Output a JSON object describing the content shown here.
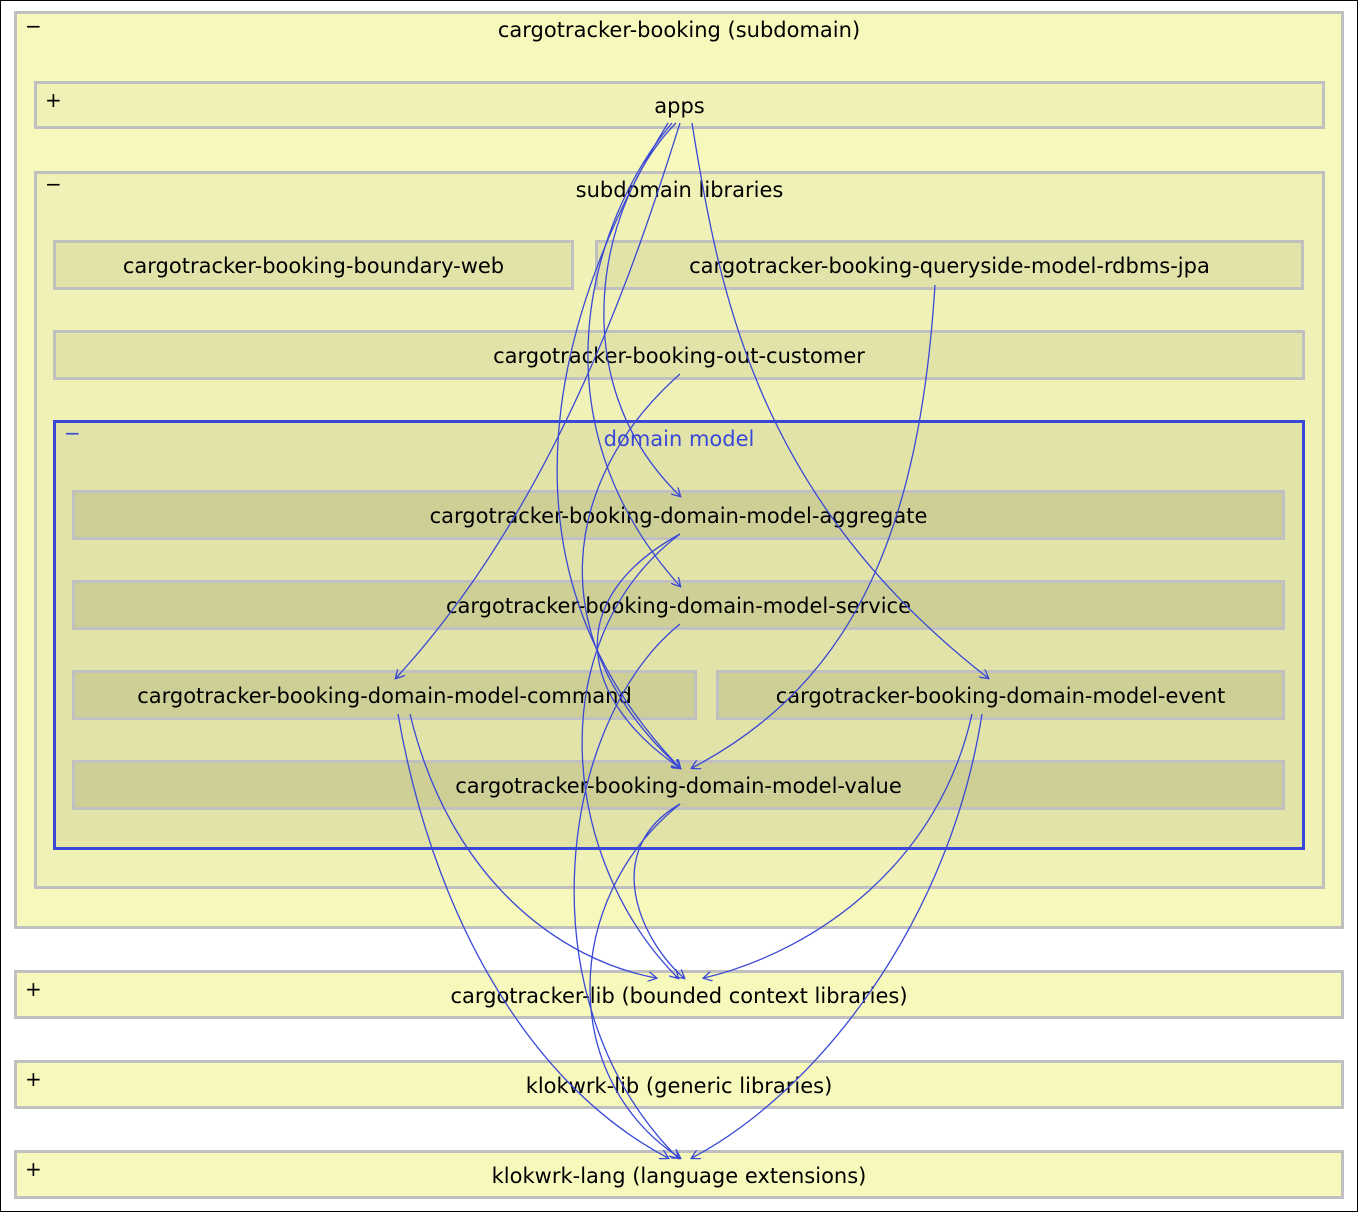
{
  "containers": {
    "subdomain": {
      "title": "cargotracker-booking (subdomain)",
      "toggle": "−"
    },
    "apps": {
      "title": "apps",
      "toggle": "+"
    },
    "libraries": {
      "title": "subdomain libraries",
      "toggle": "−"
    },
    "domain_model": {
      "title": "domain model",
      "toggle": "−"
    },
    "bc_lib": {
      "title": "cargotracker-lib (bounded context libraries)",
      "toggle": "+"
    },
    "klokwrk_lib": {
      "title": "klokwrk-lib (generic libraries)",
      "toggle": "+"
    },
    "klokwrk_lang": {
      "title": "klokwrk-lang (language extensions)",
      "toggle": "+"
    }
  },
  "modules": {
    "boundary_web": "cargotracker-booking-boundary-web",
    "queryside_jpa": "cargotracker-booking-queryside-model-rdbms-jpa",
    "out_customer": "cargotracker-booking-out-customer",
    "aggregate": "cargotracker-booking-domain-model-aggregate",
    "service": "cargotracker-booking-domain-model-service",
    "command": "cargotracker-booking-domain-model-command",
    "event": "cargotracker-booking-domain-model-event",
    "value": "cargotracker-booking-domain-model-value"
  },
  "colors": {
    "edge": "#3a48d6",
    "box_border": "#c0c0c0",
    "domain_model_border": "#3a48d6"
  }
}
